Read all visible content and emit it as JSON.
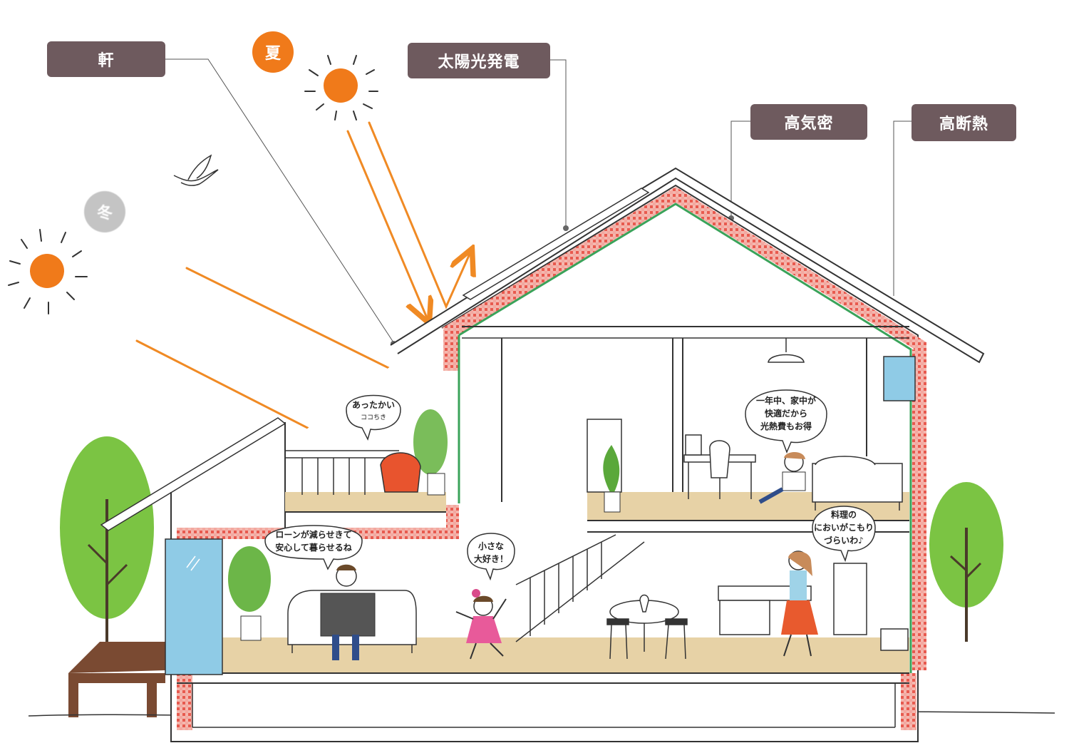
{
  "labels": {
    "eaves": "軒",
    "solar_power": "太陽光発電",
    "airtight": "高気密",
    "insulation": "高断熱"
  },
  "seasons": {
    "summer": "夏",
    "winter": "冬"
  },
  "bubbles": {
    "warm_line1": "あったかい",
    "warm_line2": "ココちき",
    "comfort_line1": "一年中、家中が",
    "comfort_line2": "快適だから",
    "comfort_line3": "光熱費もお得",
    "loan_line1": "ローンが減らせきて",
    "loan_line2": "安心して暮らせるね",
    "kid_line1": "小さな",
    "kid_line2": "大好き！",
    "cooking_line1": "料理の",
    "cooking_line2": "においがこもり",
    "cooking_line3": "づらいわ♪"
  },
  "colors": {
    "label_bg": "#6e5a5e",
    "summer_badge": "#f07a1a",
    "winter_badge": "#bdbdbd",
    "sun_arrow": "#f08a24",
    "insulation_red": "#e85a4f",
    "airtight_green": "#3aa35a",
    "floor": "#e7d2a6",
    "tree": "#7bc443"
  }
}
